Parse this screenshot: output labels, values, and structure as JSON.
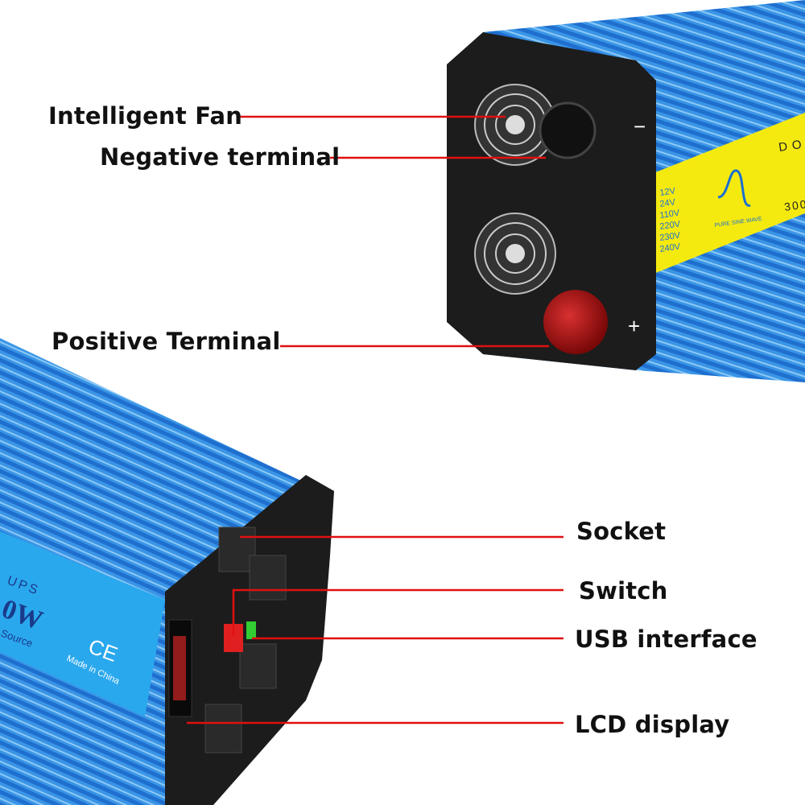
{
  "labels": {
    "fan": "Intelligent Fan",
    "negative": "Negative terminal",
    "positive": "Positive Terminal",
    "socket": "Socket",
    "switch": "Switch",
    "usb": "USB interface",
    "lcd": "LCD display"
  },
  "product_text": {
    "voltages": [
      "12V",
      "24V",
      "110V",
      "220V",
      "230V",
      "240V"
    ],
    "wave_caption": "PURE SINE WAVE",
    "brand_partial": "DO",
    "power_partial": "300",
    "ups": "UPS",
    "watts_partial": "0W",
    "source_partial": "Source",
    "made_in": "Made in China",
    "ce_mark": "CE",
    "minus_sign": "−",
    "plus_sign": "+"
  },
  "colors": {
    "leader_line": "#e01010",
    "housing_blue": "#2f8fe0",
    "label_yellow": "#f5ea10",
    "panel_black": "#1c1c1c",
    "terminal_red": "#a81010"
  }
}
